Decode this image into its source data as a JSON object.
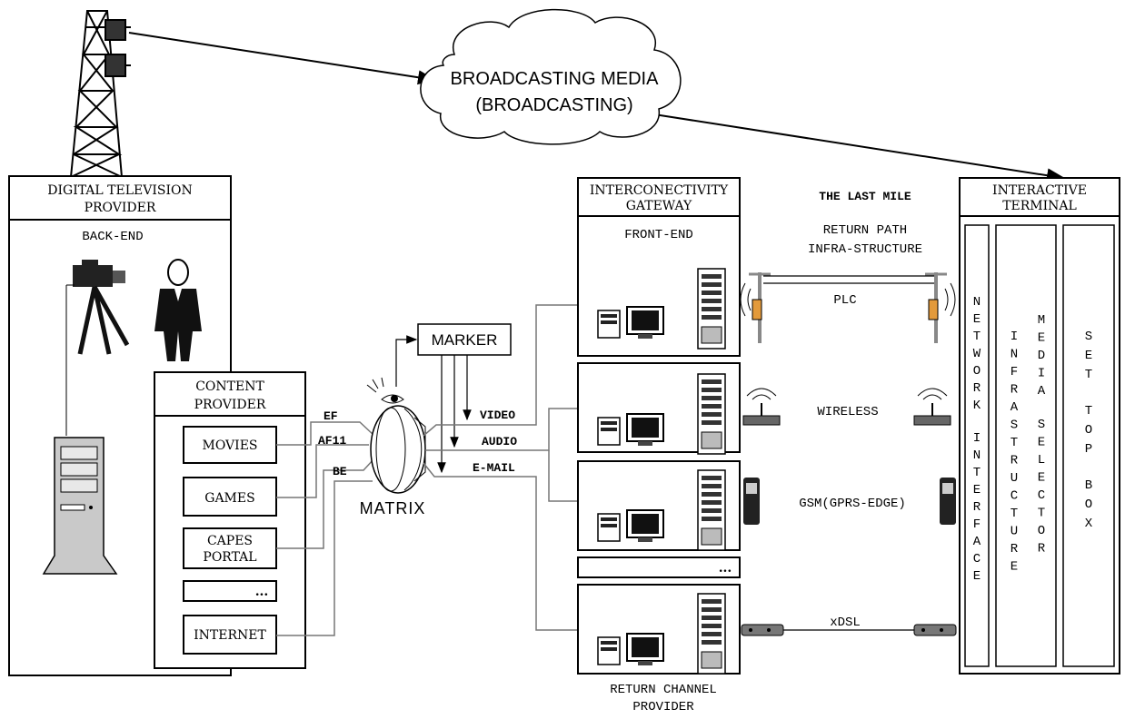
{
  "cloud": {
    "line1": "BROADCASTING MEDIA",
    "line2": "(BROADCASTING)"
  },
  "dtv": {
    "title1": "DIGITAL TELEVISION",
    "title2": "PROVIDER",
    "backend": "BACK-END"
  },
  "content": {
    "title1": "CONTENT",
    "title2": "PROVIDER"
  },
  "items": {
    "movies": "MOVIES",
    "games": "GAMES",
    "capes1": "CAPES",
    "capes2": "PORTAL",
    "dots": "...",
    "internet": "INTERNET"
  },
  "signals": {
    "ef": "EF",
    "af11": "AF11",
    "be": "BE"
  },
  "matrix": "MATRIX",
  "marker": "MARKER",
  "streams": {
    "video": "VIDEO",
    "audio": "AUDIO",
    "email": "E-MAIL"
  },
  "gateway": {
    "title1": "INTERCONECTIVITY",
    "title2": "GATEWAY",
    "frontend": "FRONT-END",
    "dots": "...",
    "rcp1": "RETURN CHANNEL",
    "rcp2": "PROVIDER"
  },
  "lastmile": {
    "title": "THE LAST MILE",
    "sub1": "RETURN PATH",
    "sub2": "INFRA-STRUCTURE",
    "plc": "PLC",
    "wireless": "WIRELESS",
    "gsm": "GSM(GPRS-EDGE)",
    "xdsl": "xDSL"
  },
  "terminal": {
    "title1": "INTERACTIVE",
    "title2": "TERMINAL",
    "col1": "NETWORK INTERFACE",
    "col2": "INFRASTRUCTURE",
    "col3": "MEDIA SELECTOR",
    "col4": "SET TOP BOX"
  }
}
